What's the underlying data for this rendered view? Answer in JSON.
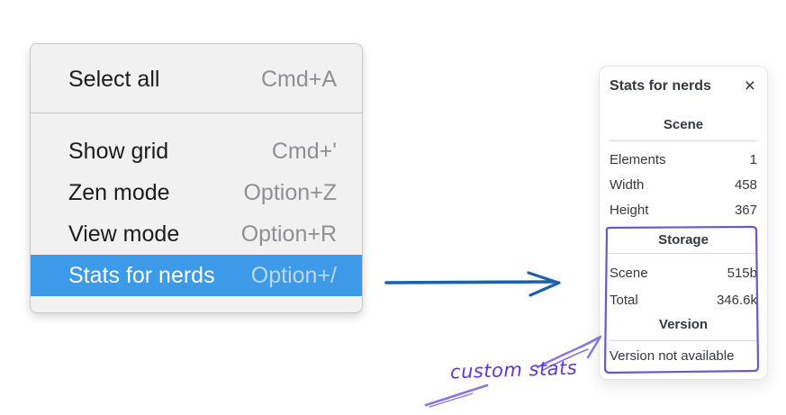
{
  "menu": {
    "items": [
      {
        "label": "Select all",
        "shortcut": "Cmd+A",
        "selected": false
      },
      {
        "label": "Show grid",
        "shortcut": "Cmd+'",
        "selected": false
      },
      {
        "label": "Zen mode",
        "shortcut": "Option+Z",
        "selected": false
      },
      {
        "label": "View mode",
        "shortcut": "Option+R",
        "selected": false
      },
      {
        "label": "Stats for nerds",
        "shortcut": "Option+/",
        "selected": true
      }
    ],
    "colors": {
      "background": "#f1f1f2",
      "border": "#c7c7c9",
      "highlight": "#3d9ae9",
      "label": "#1c1c1e",
      "shortcut": "#8f9094"
    }
  },
  "panel": {
    "title": "Stats for nerds",
    "close_label": "×",
    "scene": {
      "title": "Scene",
      "rows": [
        {
          "label": "Elements",
          "value": "1"
        },
        {
          "label": "Width",
          "value": "458"
        },
        {
          "label": "Height",
          "value": "367"
        }
      ]
    },
    "storage": {
      "title": "Storage",
      "rows": [
        {
          "label": "Scene",
          "value": "515b"
        },
        {
          "label": "Total",
          "value": "346.6k"
        }
      ]
    },
    "version": {
      "title": "Version",
      "note": "Version not available"
    },
    "colors": {
      "background": "#ffffff",
      "text": "#343a40",
      "divider": "#d6dade"
    }
  },
  "annotation": {
    "label": "custom stats",
    "text_color": "#6236d3",
    "stroke_color": "#8a75e3",
    "box_color": "#6a59cb",
    "flow_arrow_color": "#1d60ae"
  }
}
